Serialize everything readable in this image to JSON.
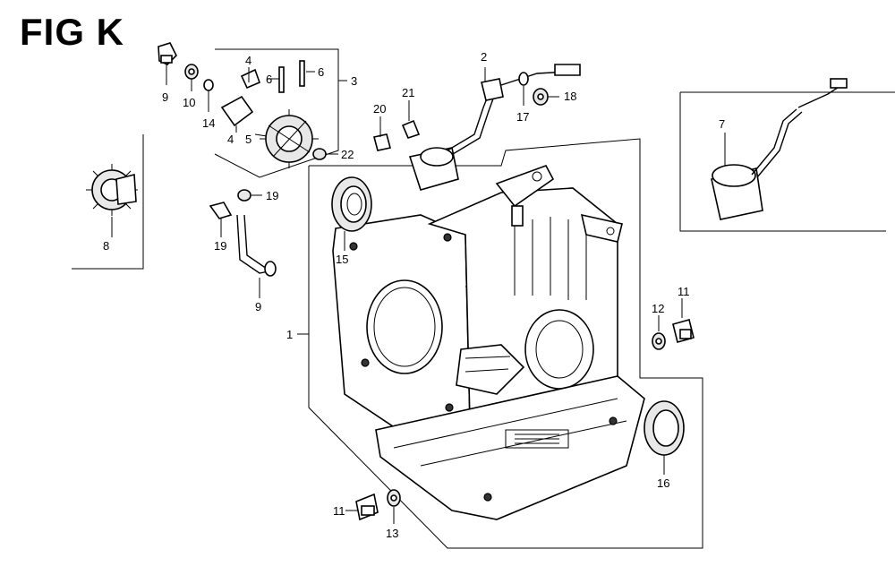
{
  "figure": {
    "title": "FIG K"
  },
  "callouts": [
    {
      "id": "c1",
      "label": "1"
    },
    {
      "id": "c2",
      "label": "2"
    },
    {
      "id": "c3",
      "label": "3"
    },
    {
      "id": "c4a",
      "label": "4"
    },
    {
      "id": "c4b",
      "label": "4"
    },
    {
      "id": "c5",
      "label": "5"
    },
    {
      "id": "c6a",
      "label": "6"
    },
    {
      "id": "c6b",
      "label": "6"
    },
    {
      "id": "c7",
      "label": "7"
    },
    {
      "id": "c8",
      "label": "8"
    },
    {
      "id": "c9a",
      "label": "9"
    },
    {
      "id": "c9b",
      "label": "9"
    },
    {
      "id": "c10",
      "label": "10"
    },
    {
      "id": "c11a",
      "label": "11"
    },
    {
      "id": "c11b",
      "label": "11"
    },
    {
      "id": "c12",
      "label": "12"
    },
    {
      "id": "c13",
      "label": "13"
    },
    {
      "id": "c14",
      "label": "14"
    },
    {
      "id": "c15",
      "label": "15"
    },
    {
      "id": "c16",
      "label": "16"
    },
    {
      "id": "c17",
      "label": "17"
    },
    {
      "id": "c18",
      "label": "18"
    },
    {
      "id": "c19a",
      "label": "19"
    },
    {
      "id": "c19b",
      "label": "19"
    },
    {
      "id": "c20",
      "label": "20"
    },
    {
      "id": "c21",
      "label": "21"
    },
    {
      "id": "c22",
      "label": "22"
    }
  ]
}
